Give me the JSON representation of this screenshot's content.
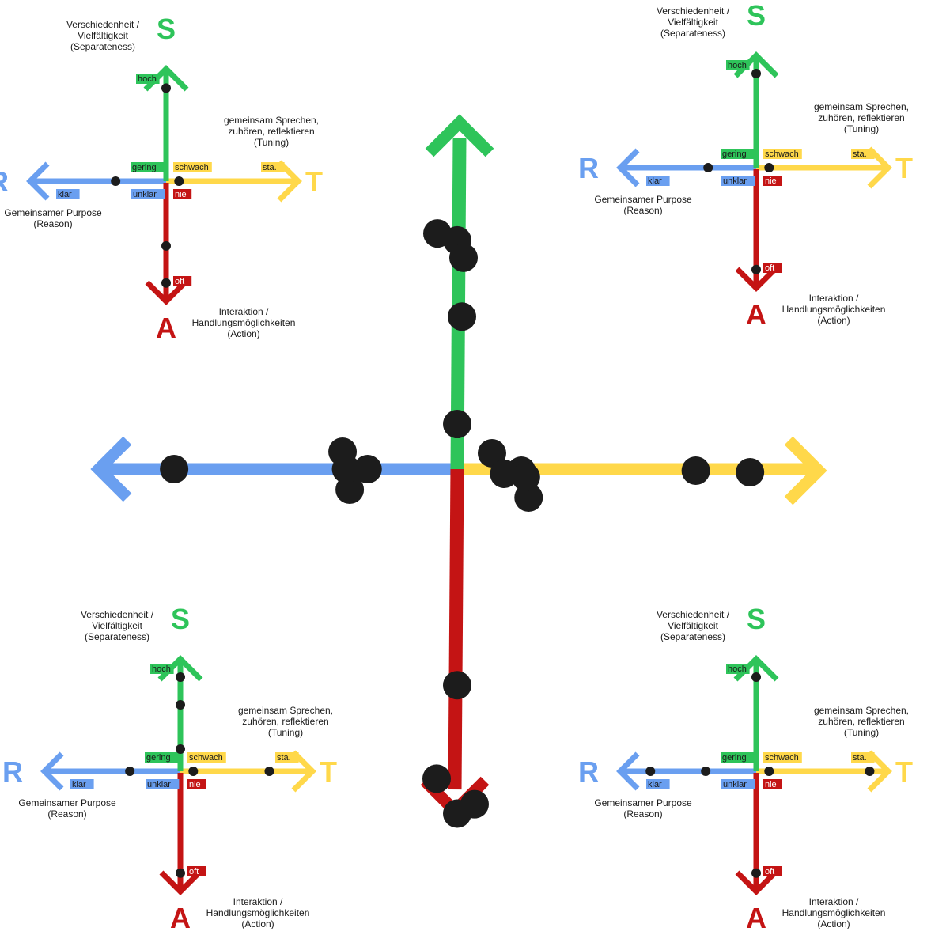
{
  "colors": {
    "s": "#2ec45a",
    "r": "#6a9ff0",
    "t": "#ffd84a",
    "a": "#c41414",
    "dot": "#1c1c1c",
    "text": "#1a1a1a",
    "background": "#ffffff"
  },
  "letters": {
    "s": "S",
    "r": "R",
    "t": "T",
    "a": "A"
  },
  "labels": {
    "s_desc": [
      "Verschiedenheit /",
      "Vielfältigkeit",
      "(Separateness)"
    ],
    "t_desc": [
      "gemeinsam Sprechen,",
      "zuhören, reflektieren",
      "(Tuning)"
    ],
    "r_desc": [
      "Gemeinsamer Purpose",
      "(Reason)"
    ],
    "a_desc": [
      "Interaktion /",
      "Handlungsmöglichkeiten",
      "(Action)"
    ],
    "hoch": "hoch",
    "gering": "gering",
    "schwach": "schwach",
    "stark": "sta.",
    "klar": "klar",
    "unklar": "unklar",
    "nie": "nie",
    "oft": "oft"
  },
  "small_diagrams": [
    {
      "name": "top-left",
      "dots": {
        "s": [
          0.84
        ],
        "r": [
          0.42
        ],
        "t": [
          0.1
        ],
        "a": [
          0.63,
          0.99
        ]
      }
    },
    {
      "name": "top-right",
      "dots": {
        "s": [
          0.85
        ],
        "r": [
          0.4
        ],
        "t": [
          0.1
        ],
        "a": [
          0.99
        ]
      }
    },
    {
      "name": "bottom-left",
      "dots": {
        "s": [
          0.85,
          0.6,
          0.2
        ],
        "r": [
          0.42
        ],
        "t": [
          0.1,
          0.69
        ],
        "a": [
          0.99
        ]
      }
    },
    {
      "name": "bottom-right",
      "dots": {
        "s": [
          0.85
        ],
        "r": [
          0.42,
          0.88
        ],
        "t": [
          0.1,
          0.88
        ],
        "a": [
          0.99
        ]
      }
    }
  ],
  "large_diagram": {
    "dots": {
      "s": [
        0.68,
        0.66,
        0.61,
        0.44,
        0.13
      ],
      "r": [
        0.32,
        0.25,
        0.3,
        0.31,
        0.79
      ],
      "t": [
        0.14,
        0.16,
        0.13,
        0.18,
        0.12,
        0.66,
        0.81
      ],
      "a": [
        0.64,
        0.94,
        0.95,
        1.02
      ]
    }
  }
}
